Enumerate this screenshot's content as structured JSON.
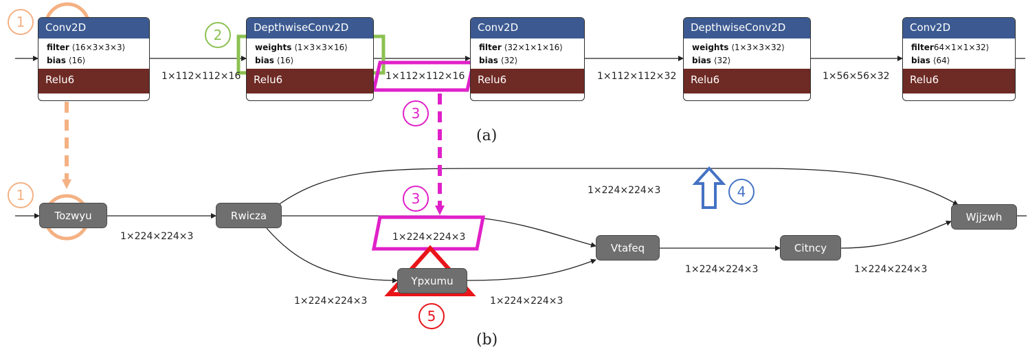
{
  "top_graph": {
    "nodes": [
      {
        "title": "Conv2D",
        "row1_key": "filter",
        "row1_val": "⟨16×3×3×3⟩",
        "row2_key": "bias",
        "row2_val": "⟨16⟩",
        "activation": "Relu6"
      },
      {
        "title": "DepthwiseConv2D",
        "row1_key": "weights",
        "row1_val": "⟨1×3×3×16⟩",
        "row2_key": "bias",
        "row2_val": "⟨16⟩",
        "activation": "Relu6"
      },
      {
        "title": "Conv2D",
        "row1_key": "filter",
        "row1_val": "⟨32×1×1×16⟩",
        "row2_key": "bias",
        "row2_val": "⟨32⟩",
        "activation": "Relu6"
      },
      {
        "title": "DepthwiseConv2D",
        "row1_key": "weights",
        "row1_val": "⟨1×3×3×32⟩",
        "row2_key": "bias",
        "row2_val": "⟨32⟩",
        "activation": "Relu6"
      },
      {
        "title": "Conv2D",
        "row1_key": "filter",
        "row1_val": "64×1×1×32⟩",
        "row2_key": "bias",
        "row2_val": "⟨64⟩",
        "activation": "Relu6"
      }
    ],
    "edges": [
      "1×112×112×16",
      "1×112×112×16",
      "1×112×112×32",
      "1×56×56×32"
    ],
    "caption": "(a)"
  },
  "bottom_graph": {
    "nodes": [
      "Tozwyu",
      "Rwicza",
      "Ypxumu",
      "Vtafeq",
      "Citncy",
      "Wjjzwh"
    ],
    "edges": {
      "tozwyu_rwicza": "1×224×224×3",
      "rwicza_vtafeq": "1×224×224×3",
      "rwicza_ypxumu": "1×224×224×3",
      "ypxumu_vtafeq": "1×224×224×3",
      "vtafeq_citncy": "1×224×224×3",
      "citncy_wjjzwh": "1×224×224×3",
      "rwicza_wjjzwh": "1×224×224×3"
    },
    "caption": "(b)"
  },
  "markers": {
    "m1": "1",
    "m2": "2",
    "m3": "3",
    "m4": "4",
    "m5": "5"
  },
  "colors": {
    "header_blue": "#3c5a91",
    "activation_red": "#6e2a24",
    "op_gray": "#6f6f6f",
    "marker1_orange": "#f4b183",
    "marker2_green": "#8cc152",
    "marker3_magenta": "#e020c8",
    "marker4_blue": "#4472c4",
    "marker5_red": "#e8141a"
  }
}
